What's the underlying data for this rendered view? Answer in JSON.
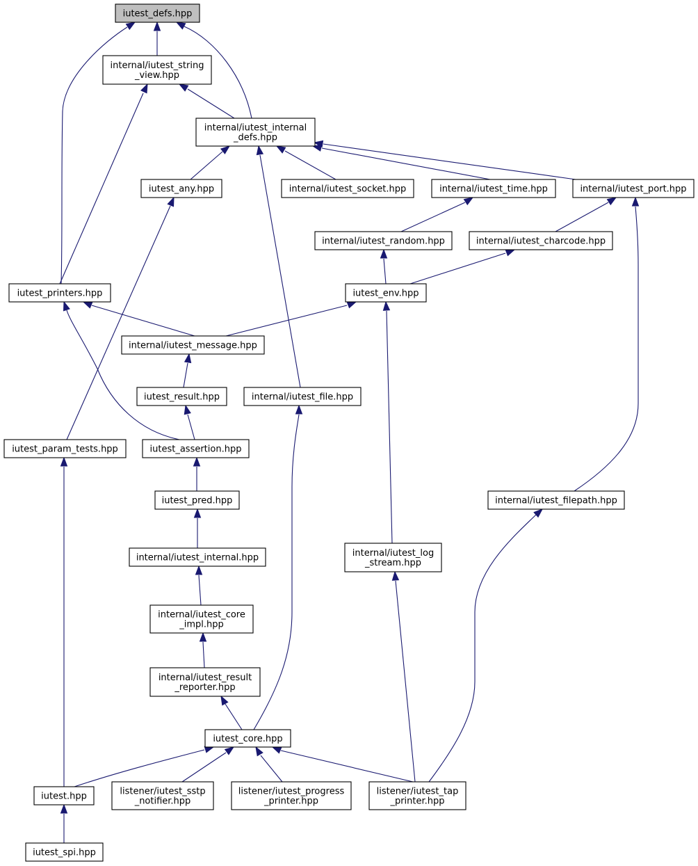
{
  "diagram": {
    "nodes": [
      {
        "id": "defs",
        "lines": [
          "iutest_defs.hpp"
        ],
        "highlight": true
      },
      {
        "id": "string_view",
        "lines": [
          "internal/iutest_string",
          "_view.hpp"
        ]
      },
      {
        "id": "internal_defs",
        "lines": [
          "internal/iutest_internal",
          "_defs.hpp"
        ]
      },
      {
        "id": "any",
        "lines": [
          "iutest_any.hpp"
        ]
      },
      {
        "id": "socket",
        "lines": [
          "internal/iutest_socket.hpp"
        ]
      },
      {
        "id": "time",
        "lines": [
          "internal/iutest_time.hpp"
        ]
      },
      {
        "id": "port",
        "lines": [
          "internal/iutest_port.hpp"
        ]
      },
      {
        "id": "random",
        "lines": [
          "internal/iutest_random.hpp"
        ]
      },
      {
        "id": "charcode",
        "lines": [
          "internal/iutest_charcode.hpp"
        ]
      },
      {
        "id": "printers",
        "lines": [
          "iutest_printers.hpp"
        ]
      },
      {
        "id": "env",
        "lines": [
          "iutest_env.hpp"
        ]
      },
      {
        "id": "message",
        "lines": [
          "internal/iutest_message.hpp"
        ]
      },
      {
        "id": "result",
        "lines": [
          "iutest_result.hpp"
        ]
      },
      {
        "id": "file",
        "lines": [
          "internal/iutest_file.hpp"
        ]
      },
      {
        "id": "param_tests",
        "lines": [
          "iutest_param_tests.hpp"
        ]
      },
      {
        "id": "assertion",
        "lines": [
          "iutest_assertion.hpp"
        ]
      },
      {
        "id": "pred",
        "lines": [
          "iutest_pred.hpp"
        ]
      },
      {
        "id": "filepath",
        "lines": [
          "internal/iutest_filepath.hpp"
        ]
      },
      {
        "id": "internal",
        "lines": [
          "internal/iutest_internal.hpp"
        ]
      },
      {
        "id": "log_stream",
        "lines": [
          "internal/iutest_log",
          "_stream.hpp"
        ]
      },
      {
        "id": "core_impl",
        "lines": [
          "internal/iutest_core",
          "_impl.hpp"
        ]
      },
      {
        "id": "result_reporter",
        "lines": [
          "internal/iutest_result",
          "_reporter.hpp"
        ]
      },
      {
        "id": "core",
        "lines": [
          "iutest_core.hpp"
        ]
      },
      {
        "id": "iutest",
        "lines": [
          "iutest.hpp"
        ]
      },
      {
        "id": "sstp",
        "lines": [
          "listener/iutest_sstp",
          "_notifier.hpp"
        ]
      },
      {
        "id": "progress",
        "lines": [
          "listener/iutest_progress",
          "_printer.hpp"
        ]
      },
      {
        "id": "tap",
        "lines": [
          "listener/iutest_tap",
          "_printer.hpp"
        ]
      },
      {
        "id": "spi",
        "lines": [
          "iutest_spi.hpp"
        ]
      }
    ],
    "edges": [
      {
        "from": "string_view",
        "to": "defs"
      },
      {
        "from": "printers",
        "to": "defs"
      },
      {
        "from": "internal_defs",
        "to": "defs"
      },
      {
        "from": "internal_defs",
        "to": "string_view"
      },
      {
        "from": "printers",
        "to": "string_view"
      },
      {
        "from": "any",
        "to": "internal_defs"
      },
      {
        "from": "file",
        "to": "internal_defs"
      },
      {
        "from": "socket",
        "to": "internal_defs"
      },
      {
        "from": "time",
        "to": "internal_defs"
      },
      {
        "from": "port",
        "to": "internal_defs"
      },
      {
        "from": "param_tests",
        "to": "any"
      },
      {
        "from": "random",
        "to": "time"
      },
      {
        "from": "charcode",
        "to": "port"
      },
      {
        "from": "filepath",
        "to": "port"
      },
      {
        "from": "env",
        "to": "random"
      },
      {
        "from": "env",
        "to": "charcode"
      },
      {
        "from": "message",
        "to": "printers"
      },
      {
        "from": "assertion",
        "to": "printers"
      },
      {
        "from": "message",
        "to": "env"
      },
      {
        "from": "log_stream",
        "to": "env"
      },
      {
        "from": "result",
        "to": "message"
      },
      {
        "from": "assertion",
        "to": "result"
      },
      {
        "from": "core",
        "to": "file"
      },
      {
        "from": "iutest",
        "to": "param_tests"
      },
      {
        "from": "pred",
        "to": "assertion"
      },
      {
        "from": "internal",
        "to": "pred"
      },
      {
        "from": "tap",
        "to": "filepath"
      },
      {
        "from": "core_impl",
        "to": "internal"
      },
      {
        "from": "tap",
        "to": "log_stream"
      },
      {
        "from": "result_reporter",
        "to": "core_impl"
      },
      {
        "from": "core",
        "to": "result_reporter"
      },
      {
        "from": "iutest",
        "to": "core"
      },
      {
        "from": "sstp",
        "to": "core"
      },
      {
        "from": "progress",
        "to": "core"
      },
      {
        "from": "tap",
        "to": "core"
      },
      {
        "from": "spi",
        "to": "iutest"
      }
    ]
  }
}
